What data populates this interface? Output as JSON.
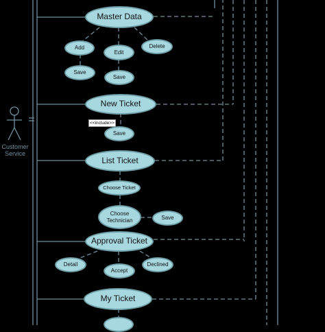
{
  "actor": {
    "label": "Customer Service"
  },
  "include_label": "<<include>>",
  "use_cases": {
    "master_data": "Master Data",
    "add": "Add",
    "edit": "Edit",
    "delete": "Delete",
    "save_add": "Save",
    "save_edit": "Save",
    "new_ticket": "New Ticket",
    "save_new": "Save",
    "list_ticket": "List Ticket",
    "choose_ticket": "Choose Ticket",
    "choose_technician": "Choose Technician",
    "save_tech": "Save",
    "approval_ticket": "Approval Ticket",
    "detail": "Detail",
    "accept": "Accept",
    "declined": "Declined",
    "my_ticket": "My Ticket",
    "partial_bottom": "..."
  },
  "colors": {
    "node_fill": "#a7d8df",
    "node_border": "#6f9fa8",
    "line": "#6f8fa0",
    "background": "#000000"
  }
}
